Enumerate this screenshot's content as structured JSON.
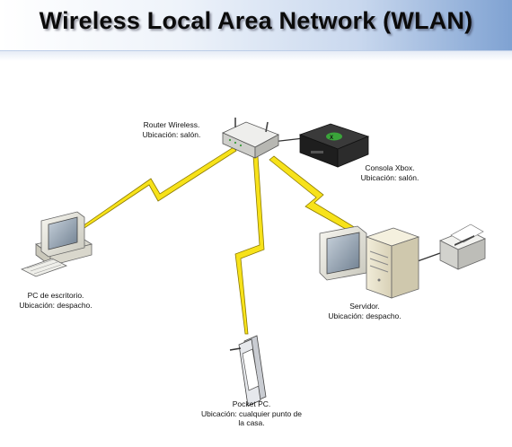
{
  "title": "Wireless Local Area Network (WLAN)",
  "colors": {
    "lightning": "#f7e21a",
    "lightning_outline": "#8c7a00",
    "header_accent": "#7fa2d2",
    "device_body": "#e9e9e4",
    "xbox_body": "#2a2a2a",
    "xbox_logo": "#3aa43a"
  },
  "nodes": {
    "router": {
      "icon": "router-icon",
      "line1": "Router Wireless.",
      "line2": "Ubicación: salón."
    },
    "xbox": {
      "icon": "xbox-console-icon",
      "line1": "Consola Xbox.",
      "line2": "Ubicación: salón."
    },
    "pc": {
      "icon": "desktop-pc-icon",
      "line1": "PC de escritorio.",
      "line2": "Ubicación: despacho."
    },
    "server": {
      "icon": "server-icon",
      "line1": "Servidor.",
      "line2": "Ubicación: despacho."
    },
    "printer": {
      "icon": "printer-icon"
    },
    "pocket": {
      "icon": "pocket-pc-icon",
      "line1": "Pocket PC.",
      "line2": "Ubicación: cualquier punto de",
      "line3": "la casa."
    }
  },
  "links": [
    {
      "from": "router",
      "to": "pc",
      "type": "wireless"
    },
    {
      "from": "router",
      "to": "pocket",
      "type": "wireless"
    },
    {
      "from": "router",
      "to": "server",
      "type": "wireless"
    },
    {
      "from": "router",
      "to": "xbox",
      "type": "wired"
    },
    {
      "from": "server",
      "to": "printer",
      "type": "wired"
    }
  ]
}
